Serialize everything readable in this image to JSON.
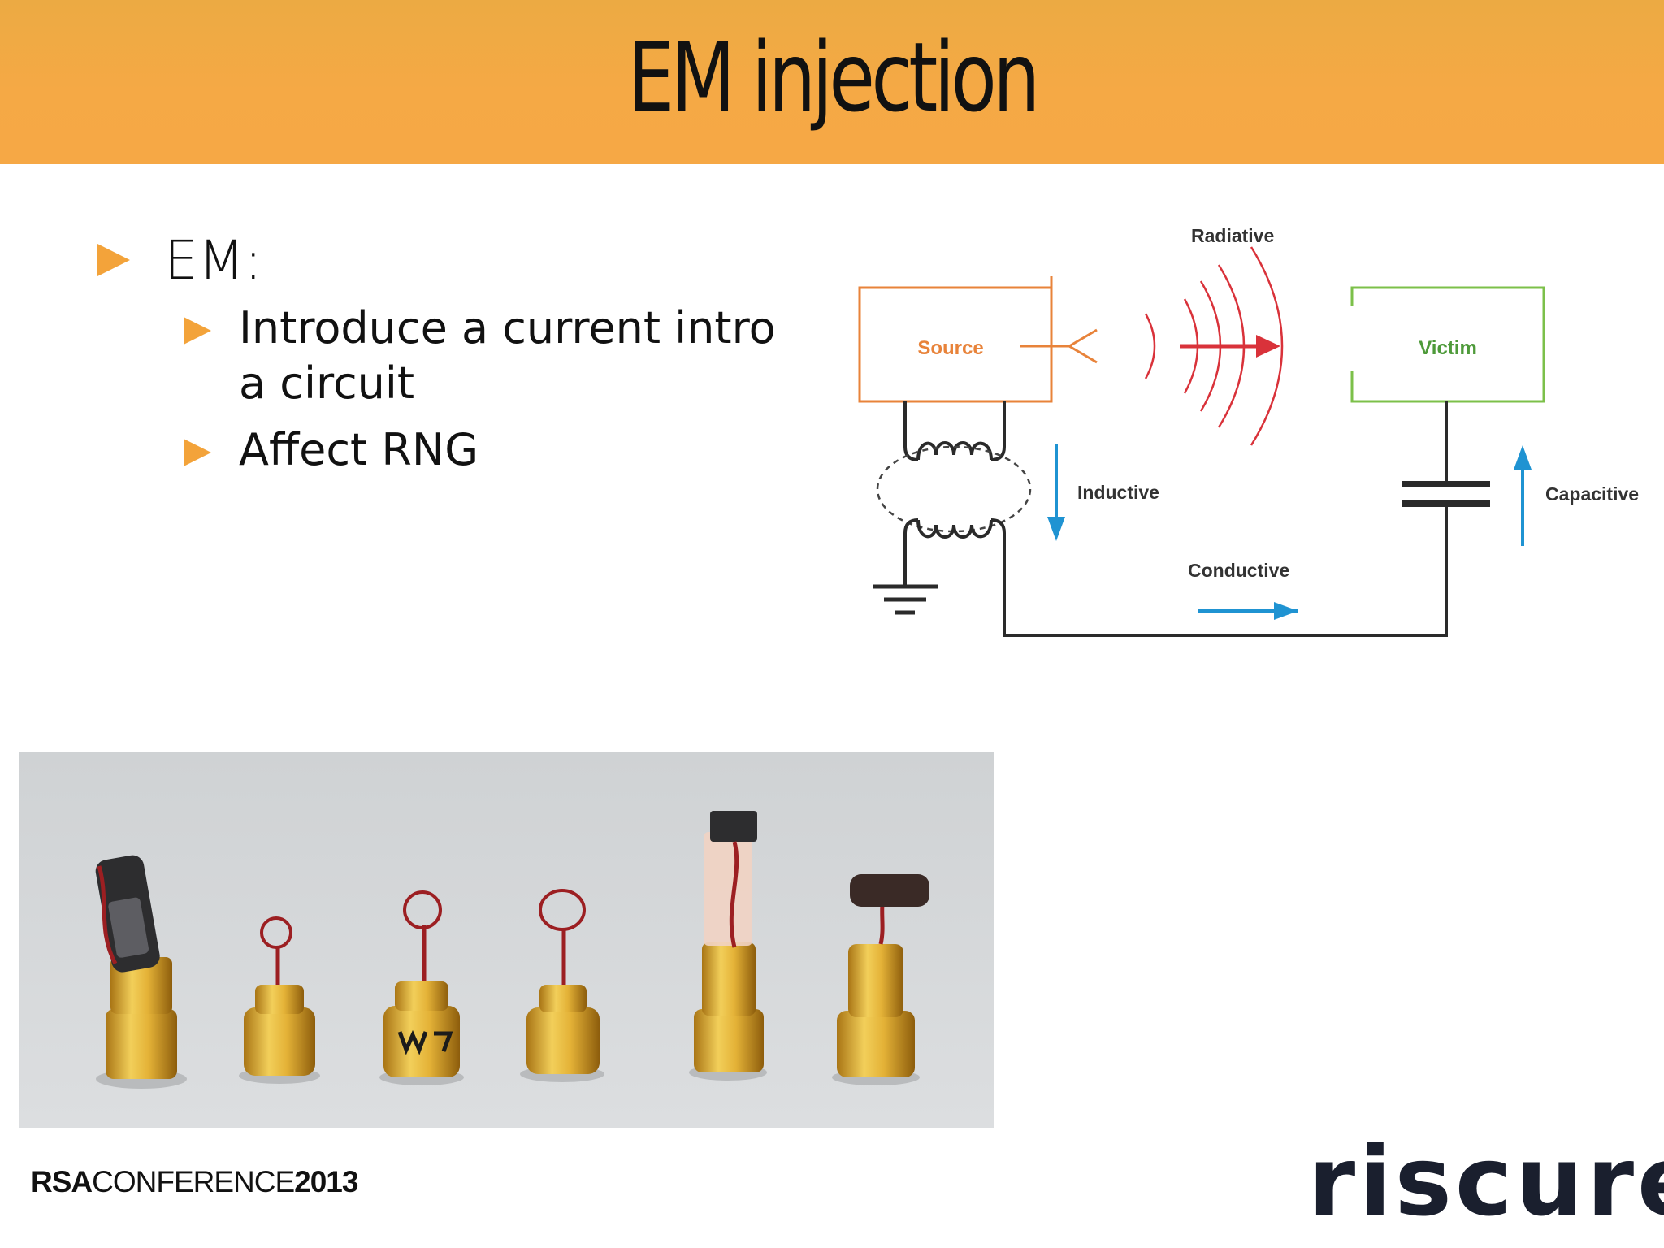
{
  "slide": {
    "title": "EM injection",
    "bullets": {
      "level1": "EM:",
      "level2": [
        "Introduce a current intro a circuit",
        "Affect RNG"
      ]
    }
  },
  "diagram": {
    "source_label": "Source",
    "victim_label": "Victim",
    "radiative_label": "Radiative",
    "inductive_label": "Inductive",
    "capacitive_label": "Capacitive",
    "conductive_label": "Conductive",
    "colors": {
      "source": "#e8833a",
      "victim": "#7cc04a",
      "radiative": "#d9323a",
      "coupling": "#1f93d2",
      "wire": "#2a2a2a"
    }
  },
  "photo": {
    "background": "#d5d7d9",
    "probe_count": 6
  },
  "footer": {
    "conference_left": "RSA",
    "conference_mid": "CONFERENCE",
    "conference_year": "2013",
    "logo": "riscure"
  }
}
